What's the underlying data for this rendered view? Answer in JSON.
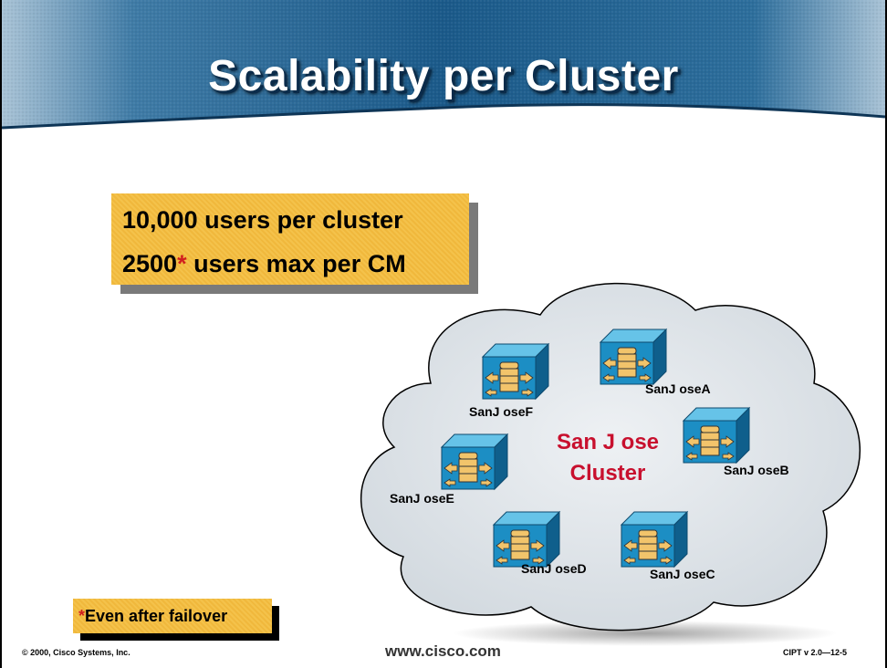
{
  "slide": {
    "title": "Scalability per Cluster",
    "callout": {
      "line1": "10,000 users per cluster",
      "line2_number": "2500",
      "line2_star": "*",
      "line2_rest": " users max per CM"
    },
    "note": {
      "star": "*",
      "text": "Even after failover"
    },
    "diagram": {
      "cluster_label_line1": "San J ose",
      "cluster_label_line2": "Cluster",
      "nodes": [
        {
          "label": "SanJ oseA",
          "icon": "callmanager-server-icon"
        },
        {
          "label": "SanJ oseB",
          "icon": "callmanager-server-icon"
        },
        {
          "label": "SanJ oseC",
          "icon": "callmanager-server-icon"
        },
        {
          "label": "SanJ oseD",
          "icon": "callmanager-server-icon"
        },
        {
          "label": "SanJ oseE",
          "icon": "callmanager-server-icon"
        },
        {
          "label": "SanJ oseF",
          "icon": "callmanager-server-icon"
        }
      ]
    },
    "footer": {
      "copyright": "© 2000, Cisco Systems, Inc.",
      "url": "www.cisco.com",
      "course": "CIPT v 2.0—12-5"
    }
  },
  "colors": {
    "banner": "#1f5d8c",
    "callout": "#f4c24b",
    "cluster_text": "#c8102e",
    "server_front": "#1c8ec4",
    "cloud": "#dde3e8"
  }
}
